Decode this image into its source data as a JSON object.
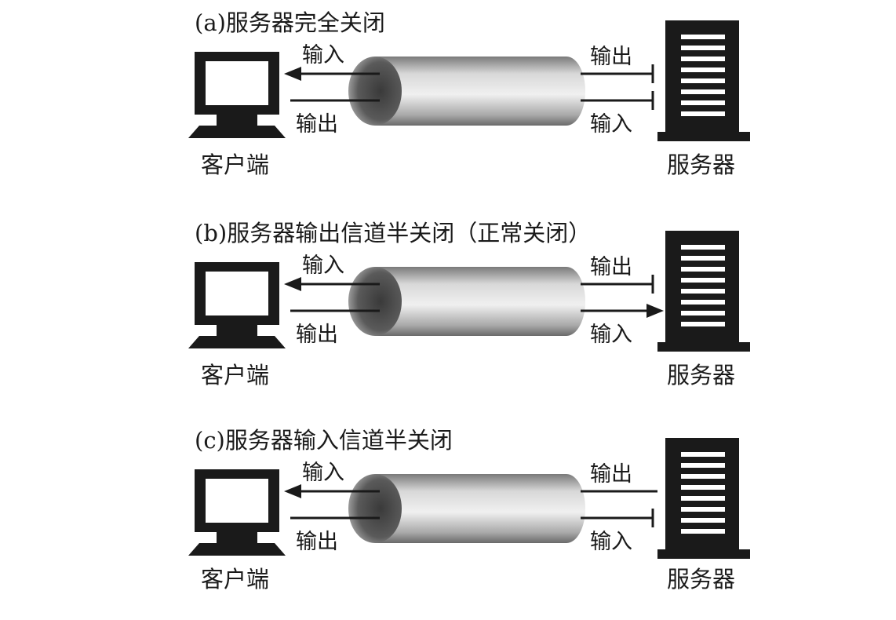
{
  "panels": [
    {
      "title": "(a)服务器完全关闭",
      "client_in": "输入",
      "client_out": "输出",
      "server_out": "输出",
      "server_in": "输入",
      "client_name": "客户端",
      "server_name": "服务器",
      "server_output_line": "blocked",
      "server_input_line": "blocked"
    },
    {
      "title": "(b)服务器输出信道半关闭（正常关闭）",
      "client_in": "输入",
      "client_out": "输出",
      "server_out": "输出",
      "server_in": "输入",
      "client_name": "客户端",
      "server_name": "服务器",
      "server_output_line": "blocked",
      "server_input_line": "open-arrow"
    },
    {
      "title": "(c)服务器输入信道半关闭",
      "client_in": "输入",
      "client_out": "输出",
      "server_out": "输出",
      "server_in": "输入",
      "client_name": "客户端",
      "server_name": "服务器",
      "server_output_line": "open",
      "server_input_line": "blocked"
    }
  ],
  "colors": {
    "line": "#1a1a1a",
    "tube_light": "#e6e6e6",
    "tube_dark": "#6a6a6a"
  },
  "icons": {
    "client": "desktop-computer-icon",
    "server": "server-tower-icon"
  }
}
